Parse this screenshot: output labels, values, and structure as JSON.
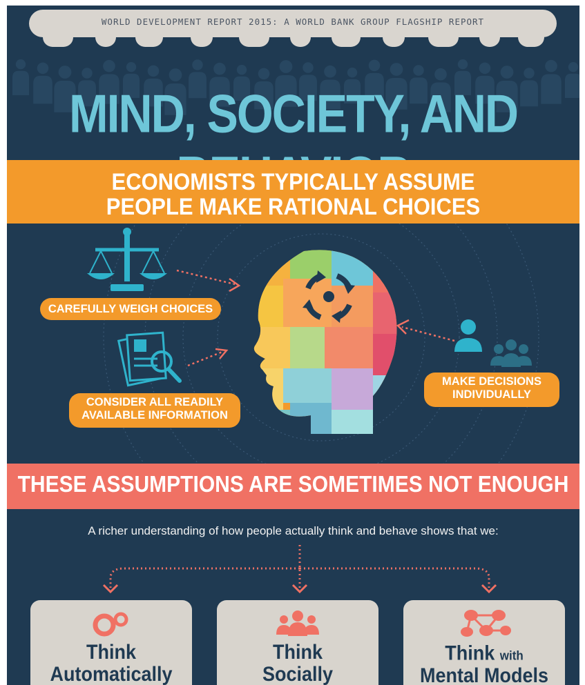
{
  "header": {
    "report_line": "WORLD DEVELOPMENT REPORT 2015: A WORLD BANK GROUP FLAGSHIP REPORT",
    "title": "MIND, SOCIETY, AND BEHAVIOR"
  },
  "assumption_band": {
    "line1": "ECONOMISTS TYPICALLY ASSUME",
    "line2": "PEOPLE MAKE RATIONAL CHOICES"
  },
  "assumptions": {
    "weigh": "CAREFULLY WEIGH CHOICES",
    "info_line1": "CONSIDER ALL READILY",
    "info_line2": "AVAILABLE INFORMATION",
    "decide_line1": "MAKE DECISIONS",
    "decide_line2": "INDIVIDUALLY"
  },
  "warning_band": {
    "text": "THESE ASSUMPTIONS ARE SOMETIMES NOT ENOUGH"
  },
  "intro_sentence": "A richer understanding of how people actually think and behave shows that we:",
  "cards": [
    {
      "word": "Think",
      "rest": "Automatically",
      "icon": "gears-icon"
    },
    {
      "word": "Think",
      "rest": "Socially",
      "icon": "group-icon"
    },
    {
      "word": "Think",
      "connector": "with",
      "rest": "Mental Models",
      "icon": "network-icon"
    }
  ],
  "colors": {
    "background": "#1f3a52",
    "accent_teal": "#6ec6d8",
    "orange": "#f39a2b",
    "coral": "#f07164",
    "card": "#d8d4cd"
  }
}
